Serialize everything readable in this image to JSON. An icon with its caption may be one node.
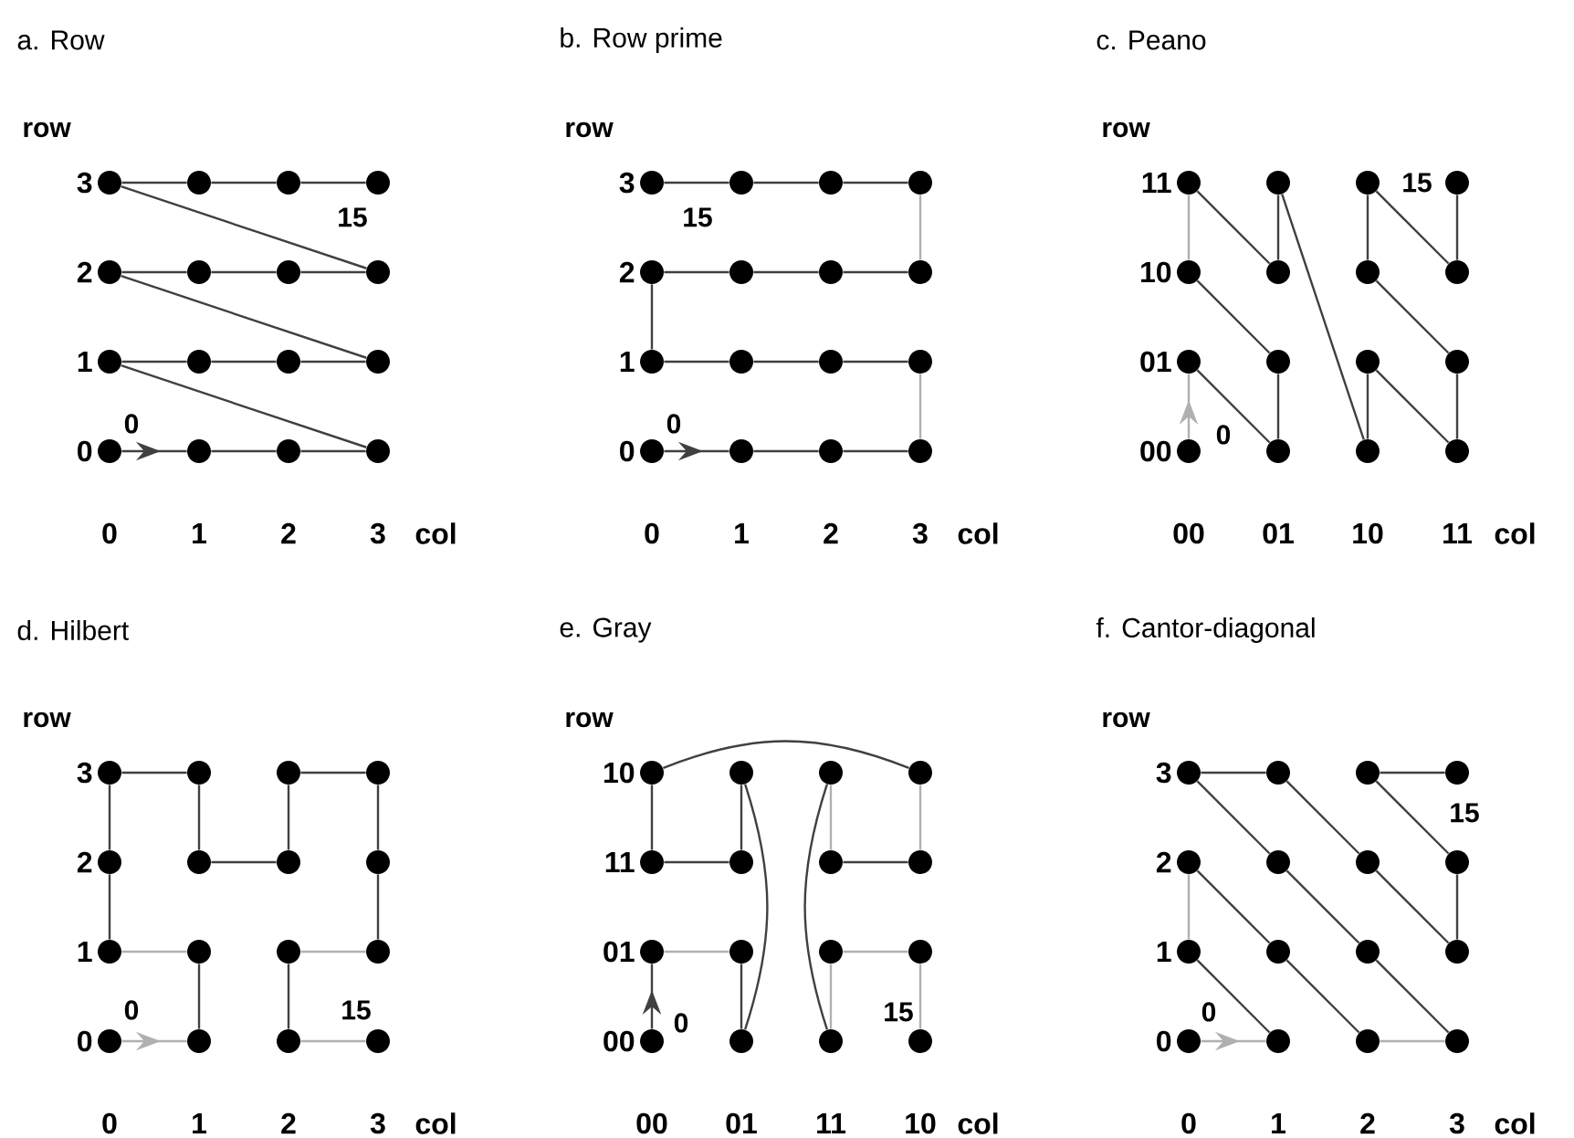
{
  "diagram": {
    "nodes": [
      {
        "text": [],
        "shape": "circle"
      },
      {
        "text": [],
        "shape": "circle"
      },
      {
        "text": [],
        "shape": "circle"
      },
      {
        "text": [],
        "shape": "circle",
        "beside": [
          "15"
        ]
      },
      {
        "text": [],
        "shape": "circle"
      },
      {
        "text": [],
        "shape": "circle"
      },
      {
        "text": [],
        "shape": "circle"
      },
      {
        "text": [],
        "shape": "circle"
      },
      {
        "text": [],
        "shape": "circle"
      },
      {
        "text": [],
        "shape": "circle"
      },
      {
        "text": [],
        "shape": "circle"
      },
      {
        "text": [],
        "shape": "circle"
      },
      {
        "text": [],
        "shape": "circle",
        "beside": [
          "0"
        ]
      },
      {
        "text": [],
        "shape": "circle"
      },
      {
        "text": [],
        "shape": "circle"
      },
      {
        "text": [],
        "shape": "circle"
      },
      {
        "text": [],
        "shape": "circle",
        "beside": [
          "15"
        ]
      },
      {
        "text": [],
        "shape": "circle"
      },
      {
        "text": [],
        "shape": "circle"
      },
      {
        "text": [],
        "shape": "circle"
      },
      {
        "text": [],
        "shape": "circle"
      },
      {
        "text": [],
        "shape": "circle"
      },
      {
        "text": [],
        "shape": "circle"
      },
      {
        "text": [],
        "shape": "circle"
      },
      {
        "text": [],
        "shape": "circle"
      },
      {
        "text": [],
        "shape": "circle"
      },
      {
        "text": [],
        "shape": "circle"
      },
      {
        "text": [],
        "shape": "circle"
      },
      {
        "text": [],
        "shape": "circle",
        "beside": [
          "0"
        ]
      },
      {
        "text": [],
        "shape": "circle"
      },
      {
        "text": [],
        "shape": "circle"
      },
      {
        "text": [],
        "shape": "circle"
      },
      {
        "text": [],
        "shape": "circle"
      },
      {
        "text": [],
        "shape": "circle"
      },
      {
        "text": [],
        "shape": "circle"
      },
      {
        "text": [],
        "shape": "circle",
        "beside": [
          "15"
        ]
      },
      {
        "text": [],
        "shape": "circle"
      },
      {
        "text": [],
        "shape": "circle"
      },
      {
        "text": [],
        "shape": "circle"
      },
      {
        "text": [],
        "shape": "circle"
      },
      {
        "text": [],
        "shape": "circle"
      },
      {
        "text": [],
        "shape": "circle"
      },
      {
        "text": [],
        "shape": "circle"
      },
      {
        "text": [],
        "shape": "circle"
      },
      {
        "text": [],
        "shape": "circle",
        "beside": [
          "0"
        ]
      },
      {
        "text": [],
        "shape": "circle"
      },
      {
        "text": [],
        "shape": "circle"
      },
      {
        "text": [],
        "shape": "circle"
      },
      {
        "text": [],
        "shape": "circle"
      },
      {
        "text": [],
        "shape": "circle"
      },
      {
        "text": [],
        "shape": "circle"
      },
      {
        "text": [],
        "shape": "circle"
      },
      {
        "text": [],
        "shape": "circle"
      },
      {
        "text": [],
        "shape": "circle"
      },
      {
        "text": [],
        "shape": "circle"
      },
      {
        "text": [],
        "shape": "circle"
      },
      {
        "text": [],
        "shape": "circle"
      },
      {
        "text": [],
        "shape": "circle"
      },
      {
        "text": [],
        "shape": "circle"
      },
      {
        "text": [],
        "shape": "circle"
      },
      {
        "text": [],
        "shape": "circle",
        "beside": [
          "0"
        ]
      },
      {
        "text": [],
        "shape": "circle"
      },
      {
        "text": [],
        "shape": "circle"
      },
      {
        "text": [],
        "shape": "circle",
        "beside": [
          "15"
        ]
      },
      {
        "text": [],
        "shape": "circle"
      },
      {
        "text": [],
        "shape": "circle"
      },
      {
        "text": [],
        "shape": "circle"
      },
      {
        "text": [],
        "shape": "circle"
      },
      {
        "text": [],
        "shape": "circle"
      },
      {
        "text": [],
        "shape": "circle"
      },
      {
        "text": [],
        "shape": "circle"
      },
      {
        "text": [],
        "shape": "circle"
      },
      {
        "text": [],
        "shape": "circle"
      },
      {
        "text": [],
        "shape": "circle"
      },
      {
        "text": [],
        "shape": "circle"
      },
      {
        "text": [],
        "shape": "circle"
      },
      {
        "text": [],
        "shape": "circle",
        "beside": [
          "0"
        ]
      },
      {
        "text": [],
        "shape": "circle"
      },
      {
        "text": [],
        "shape": "circle"
      },
      {
        "text": [],
        "shape": "circle",
        "beside": [
          "15"
        ]
      },
      {
        "text": [],
        "shape": "circle"
      },
      {
        "text": [],
        "shape": "circle"
      },
      {
        "text": [],
        "shape": "circle"
      },
      {
        "text": [],
        "shape": "circle",
        "beside": [
          "15"
        ]
      },
      {
        "text": [],
        "shape": "circle"
      },
      {
        "text": [],
        "shape": "circle"
      },
      {
        "text": [],
        "shape": "circle"
      },
      {
        "text": [],
        "shape": "circle"
      },
      {
        "text": [],
        "shape": "circle"
      },
      {
        "text": [],
        "shape": "circle"
      },
      {
        "text": [],
        "shape": "circle"
      },
      {
        "text": [],
        "shape": "circle"
      },
      {
        "text": [],
        "shape": "circle",
        "beside": [
          "0"
        ]
      },
      {
        "text": [],
        "shape": "circle"
      },
      {
        "text": [],
        "shape": "circle"
      },
      {
        "text": [],
        "shape": "circle"
      }
    ],
    "edges": [
      {
        "from": 12,
        "to": 13,
        "arrow": "to"
      },
      {
        "from": 13,
        "to": 14,
        "arrow": "none"
      },
      {
        "from": 14,
        "to": 15,
        "arrow": "none"
      },
      {
        "from": 15,
        "to": 8,
        "arrow": "none"
      },
      {
        "from": 8,
        "to": 9,
        "arrow": "none"
      },
      {
        "from": 9,
        "to": 10,
        "arrow": "none"
      },
      {
        "from": 10,
        "to": 11,
        "arrow": "none"
      },
      {
        "from": 11,
        "to": 4,
        "arrow": "none"
      },
      {
        "from": 4,
        "to": 5,
        "arrow": "none"
      },
      {
        "from": 5,
        "to": 6,
        "arrow": "none"
      },
      {
        "from": 6,
        "to": 7,
        "arrow": "none"
      },
      {
        "from": 7,
        "to": 0,
        "arrow": "none"
      },
      {
        "from": 0,
        "to": 1,
        "arrow": "none"
      },
      {
        "from": 1,
        "to": 2,
        "arrow": "none"
      },
      {
        "from": 2,
        "to": 3,
        "arrow": "none"
      },
      {
        "from": 28,
        "to": 29,
        "arrow": "to"
      },
      {
        "from": 29,
        "to": 30,
        "arrow": "none"
      },
      {
        "from": 30,
        "to": 31,
        "arrow": "none"
      },
      {
        "from": 31,
        "to": 27,
        "arrow": "none",
        "color": "#b0b0b0"
      },
      {
        "from": 27,
        "to": 26,
        "arrow": "none"
      },
      {
        "from": 26,
        "to": 25,
        "arrow": "none"
      },
      {
        "from": 25,
        "to": 24,
        "arrow": "none"
      },
      {
        "from": 24,
        "to": 20,
        "arrow": "none"
      },
      {
        "from": 20,
        "to": 21,
        "arrow": "none"
      },
      {
        "from": 21,
        "to": 22,
        "arrow": "none"
      },
      {
        "from": 22,
        "to": 23,
        "arrow": "none"
      },
      {
        "from": 23,
        "to": 19,
        "arrow": "none",
        "color": "#b0b0b0"
      },
      {
        "from": 19,
        "to": 18,
        "arrow": "none"
      },
      {
        "from": 18,
        "to": 17,
        "arrow": "none"
      },
      {
        "from": 17,
        "to": 16,
        "arrow": "none"
      },
      {
        "from": 44,
        "to": 40,
        "arrow": "to",
        "color": "#b0b0b0"
      },
      {
        "from": 40,
        "to": 45,
        "arrow": "none"
      },
      {
        "from": 45,
        "to": 41,
        "arrow": "none"
      },
      {
        "from": 41,
        "to": 36,
        "arrow": "none"
      },
      {
        "from": 36,
        "to": 32,
        "arrow": "none",
        "color": "#b0b0b0"
      },
      {
        "from": 32,
        "to": 37,
        "arrow": "none"
      },
      {
        "from": 37,
        "to": 33,
        "arrow": "none"
      },
      {
        "from": 33,
        "to": 46,
        "arrow": "none"
      },
      {
        "from": 46,
        "to": 42,
        "arrow": "none"
      },
      {
        "from": 42,
        "to": 47,
        "arrow": "none"
      },
      {
        "from": 47,
        "to": 43,
        "arrow": "none"
      },
      {
        "from": 43,
        "to": 38,
        "arrow": "none"
      },
      {
        "from": 38,
        "to": 34,
        "arrow": "none"
      },
      {
        "from": 34,
        "to": 39,
        "arrow": "none"
      },
      {
        "from": 39,
        "to": 35,
        "arrow": "none"
      },
      {
        "from": 60,
        "to": 61,
        "arrow": "to",
        "color": "#b0b0b0"
      },
      {
        "from": 61,
        "to": 57,
        "arrow": "none"
      },
      {
        "from": 57,
        "to": 56,
        "arrow": "none",
        "color": "#b0b0b0"
      },
      {
        "from": 56,
        "to": 52,
        "arrow": "none"
      },
      {
        "from": 52,
        "to": 48,
        "arrow": "none"
      },
      {
        "from": 48,
        "to": 49,
        "arrow": "none"
      },
      {
        "from": 49,
        "to": 53,
        "arrow": "none"
      },
      {
        "from": 53,
        "to": 54,
        "arrow": "none"
      },
      {
        "from": 54,
        "to": 50,
        "arrow": "none"
      },
      {
        "from": 50,
        "to": 51,
        "arrow": "none"
      },
      {
        "from": 51,
        "to": 55,
        "arrow": "none"
      },
      {
        "from": 55,
        "to": 59,
        "arrow": "none"
      },
      {
        "from": 59,
        "to": 58,
        "arrow": "none",
        "color": "#b0b0b0"
      },
      {
        "from": 58,
        "to": 62,
        "arrow": "none"
      },
      {
        "from": 62,
        "to": 63,
        "arrow": "none",
        "color": "#b0b0b0"
      },
      {
        "from": 76,
        "to": 72,
        "arrow": "to"
      },
      {
        "from": 72,
        "to": 73,
        "arrow": "none",
        "color": "#b0b0b0"
      },
      {
        "from": 73,
        "to": 77,
        "arrow": "none"
      },
      {
        "from": 77,
        "to": 65,
        "arrow": "none"
      },
      {
        "from": 65,
        "to": 69,
        "arrow": "none"
      },
      {
        "from": 69,
        "to": 68,
        "arrow": "none"
      },
      {
        "from": 68,
        "to": 64,
        "arrow": "none"
      },
      {
        "from": 64,
        "to": 67,
        "arrow": "none"
      },
      {
        "from": 67,
        "to": 71,
        "arrow": "none",
        "color": "#b0b0b0"
      },
      {
        "from": 71,
        "to": 70,
        "arrow": "none"
      },
      {
        "from": 70,
        "to": 66,
        "arrow": "none",
        "color": "#b0b0b0"
      },
      {
        "from": 66,
        "to": 78,
        "arrow": "none"
      },
      {
        "from": 78,
        "to": 74,
        "arrow": "none",
        "color": "#b0b0b0"
      },
      {
        "from": 74,
        "to": 75,
        "arrow": "none",
        "color": "#b0b0b0"
      },
      {
        "from": 75,
        "to": 79,
        "arrow": "none",
        "color": "#b0b0b0"
      },
      {
        "from": 92,
        "to": 93,
        "arrow": "to",
        "color": "#b0b0b0"
      },
      {
        "from": 93,
        "to": 88,
        "arrow": "none"
      },
      {
        "from": 88,
        "to": 84,
        "arrow": "none",
        "color": "#b0b0b0"
      },
      {
        "from": 84,
        "to": 89,
        "arrow": "none"
      },
      {
        "from": 89,
        "to": 94,
        "arrow": "none"
      },
      {
        "from": 94,
        "to": 95,
        "arrow": "none",
        "color": "#b0b0b0"
      },
      {
        "from": 95,
        "to": 90,
        "arrow": "none"
      },
      {
        "from": 90,
        "to": 85,
        "arrow": "none"
      },
      {
        "from": 85,
        "to": 80,
        "arrow": "none"
      },
      {
        "from": 80,
        "to": 81,
        "arrow": "none"
      },
      {
        "from": 81,
        "to": 86,
        "arrow": "none"
      },
      {
        "from": 86,
        "to": 91,
        "arrow": "none"
      },
      {
        "from": 91,
        "to": 87,
        "arrow": "none"
      },
      {
        "from": 87,
        "to": 82,
        "arrow": "none"
      },
      {
        "from": 82,
        "to": 83,
        "arrow": "none"
      }
    ],
    "labels": [
      "a. Row",
      "row",
      "3",
      "2",
      "1",
      "0",
      "0",
      "1",
      "2",
      "3",
      "col",
      "b. Row prime",
      "row",
      "3",
      "2",
      "1",
      "0",
      "0",
      "1",
      "2",
      "3",
      "col",
      "c. Peano",
      "row",
      "11",
      "10",
      "01",
      "00",
      "00",
      "01",
      "10",
      "11",
      "col",
      "d. Hilbert",
      "row",
      "3",
      "2",
      "1",
      "0",
      "0",
      "1",
      "2",
      "3",
      "col",
      "e. Gray",
      "row",
      "10",
      "11",
      "01",
      "00",
      "00",
      "01",
      "11",
      "10",
      "col",
      "f. Cantor-diagonal",
      "row",
      "3",
      "2",
      "1",
      "0",
      "0",
      "1",
      "2",
      "3",
      "col"
    ]
  }
}
